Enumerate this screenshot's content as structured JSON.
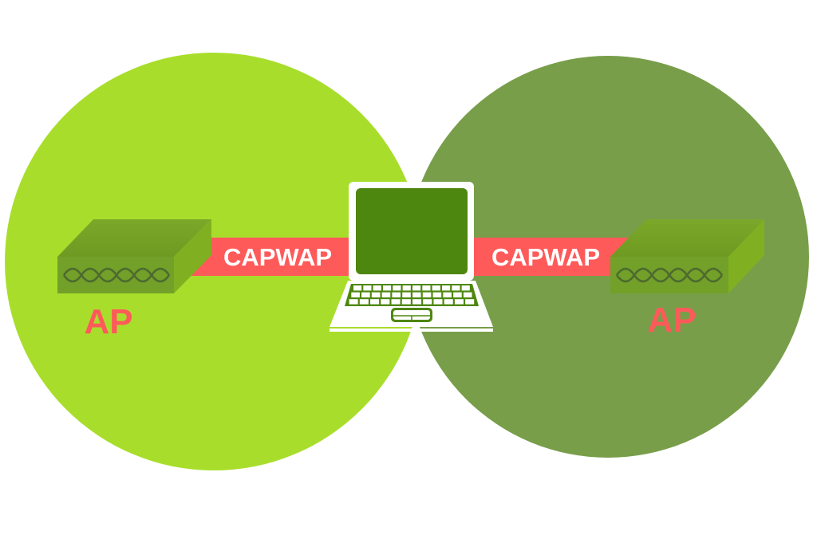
{
  "diagram": {
    "left_band_label": "CAPWAP",
    "right_band_label": "CAPWAP",
    "left_ap_label": "AP",
    "right_ap_label": "AP",
    "center_device": "laptop-icon"
  },
  "colors": {
    "left_zone": "#a8de2b",
    "right_zone": "#789e4a",
    "overlap_zone": "#4e870f",
    "band": "#fe5a5a",
    "ap_label": "#fe5a5a",
    "ap_body": "#76a522"
  }
}
